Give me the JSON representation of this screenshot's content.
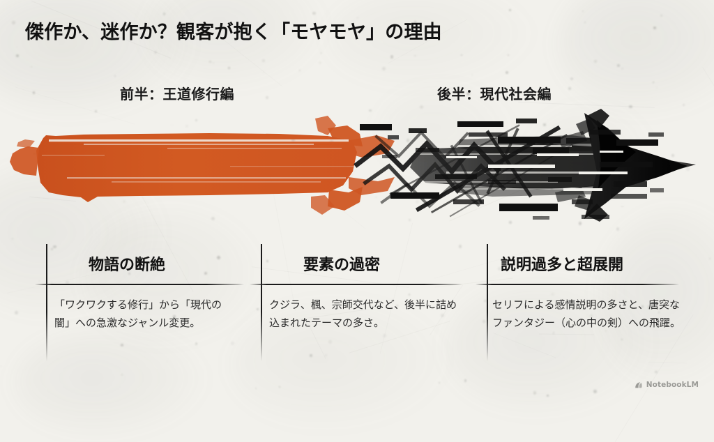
{
  "slide": {
    "title": "傑作か、迷作か？観客が抱く「モヤモヤ」の理由",
    "background_color": "#f2f1ec",
    "accent_color": "#cf5622",
    "ink_color": "#141414"
  },
  "phases": [
    {
      "label": "前半：王道修行編",
      "side": "left"
    },
    {
      "label": "後半：現代社会編",
      "side": "right"
    }
  ],
  "arrow": {
    "description": "orange-brush-to-black-glitch-arrow",
    "start_color": "#cf5622",
    "end_color": "#121212"
  },
  "columns": [
    {
      "heading": "物語の断絶",
      "body": "「ワクワクする修行」から「現代の闇」への急激なジャンル変更。"
    },
    {
      "heading": "要素の過密",
      "body": "クジラ、楓、宗師交代など、後半に詰め込まれたテーマの多さ。"
    },
    {
      "heading": "説明過多と超展開",
      "body": "セリフによる感情説明の多さと、唐突なファンタジー（心の中の剣）への飛躍。"
    }
  ],
  "watermark": {
    "label": "NotebookLM",
    "icon": "notebooklm-logo-icon"
  }
}
